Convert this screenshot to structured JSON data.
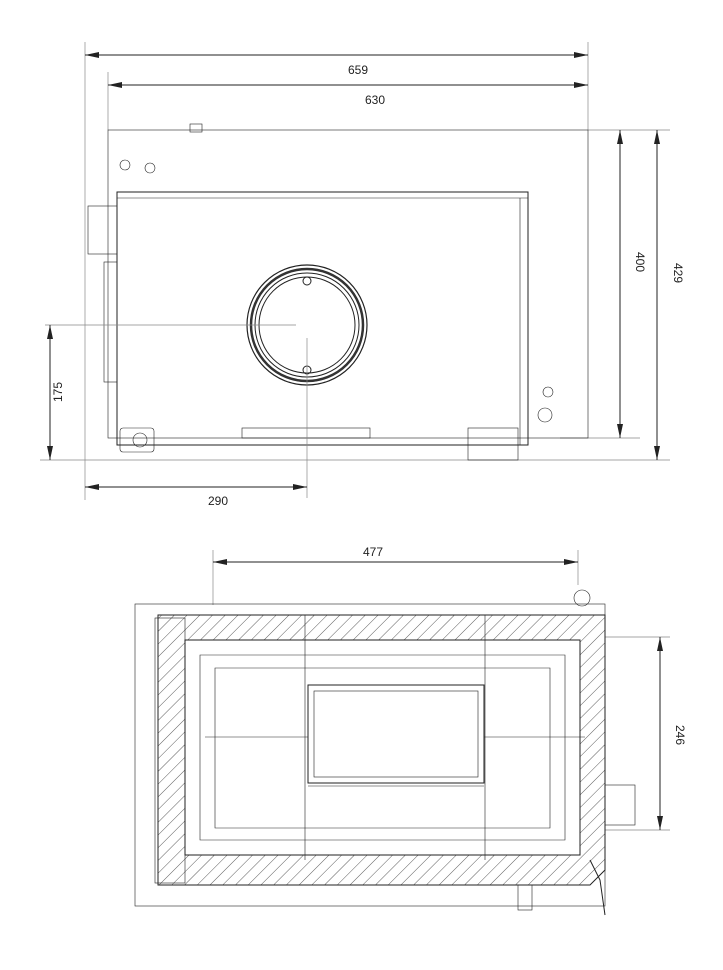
{
  "top_view": {
    "dimensions": {
      "overall_width": "659",
      "body_width": "630",
      "body_height": "400",
      "overall_height": "429",
      "outlet_height": "175",
      "outlet_offset": "290"
    }
  },
  "bottom_view": {
    "dimensions": {
      "width": "477",
      "depth": "246"
    }
  }
}
